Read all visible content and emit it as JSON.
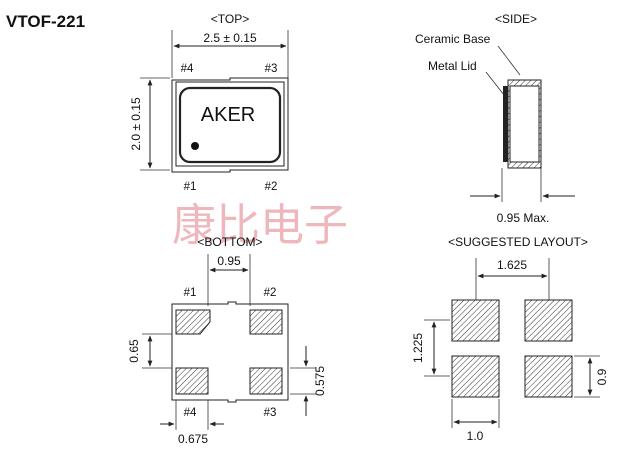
{
  "part_number": "VTOF-221",
  "views": {
    "top": {
      "heading": "<TOP>",
      "width_dim": "2.5 ± 0.15",
      "height_dim": "2.0 ± 0.15",
      "brand": "AKER",
      "pins": {
        "p1": "#1",
        "p2": "#2",
        "p3": "#3",
        "p4": "#4"
      }
    },
    "side": {
      "heading": "<SIDE>",
      "ceramic_base": "Ceramic Base",
      "metal_lid": "Metal Lid",
      "height_dim": "0.95 Max."
    },
    "bottom": {
      "heading": "<BOTTOM>",
      "pad_gap": "0.95",
      "pad_height": "0.65",
      "pad_height_right": "0.575",
      "pad_width": "0.675",
      "pins": {
        "p1": "#1",
        "p2": "#2",
        "p3": "#3",
        "p4": "#4"
      }
    },
    "layout": {
      "heading": "<SUGGESTED LAYOUT>",
      "pitch_x": "1.625",
      "pitch_y": "1.225",
      "pad_h": "0.9",
      "pad_w": "1.0"
    }
  },
  "watermark": "康比电子"
}
